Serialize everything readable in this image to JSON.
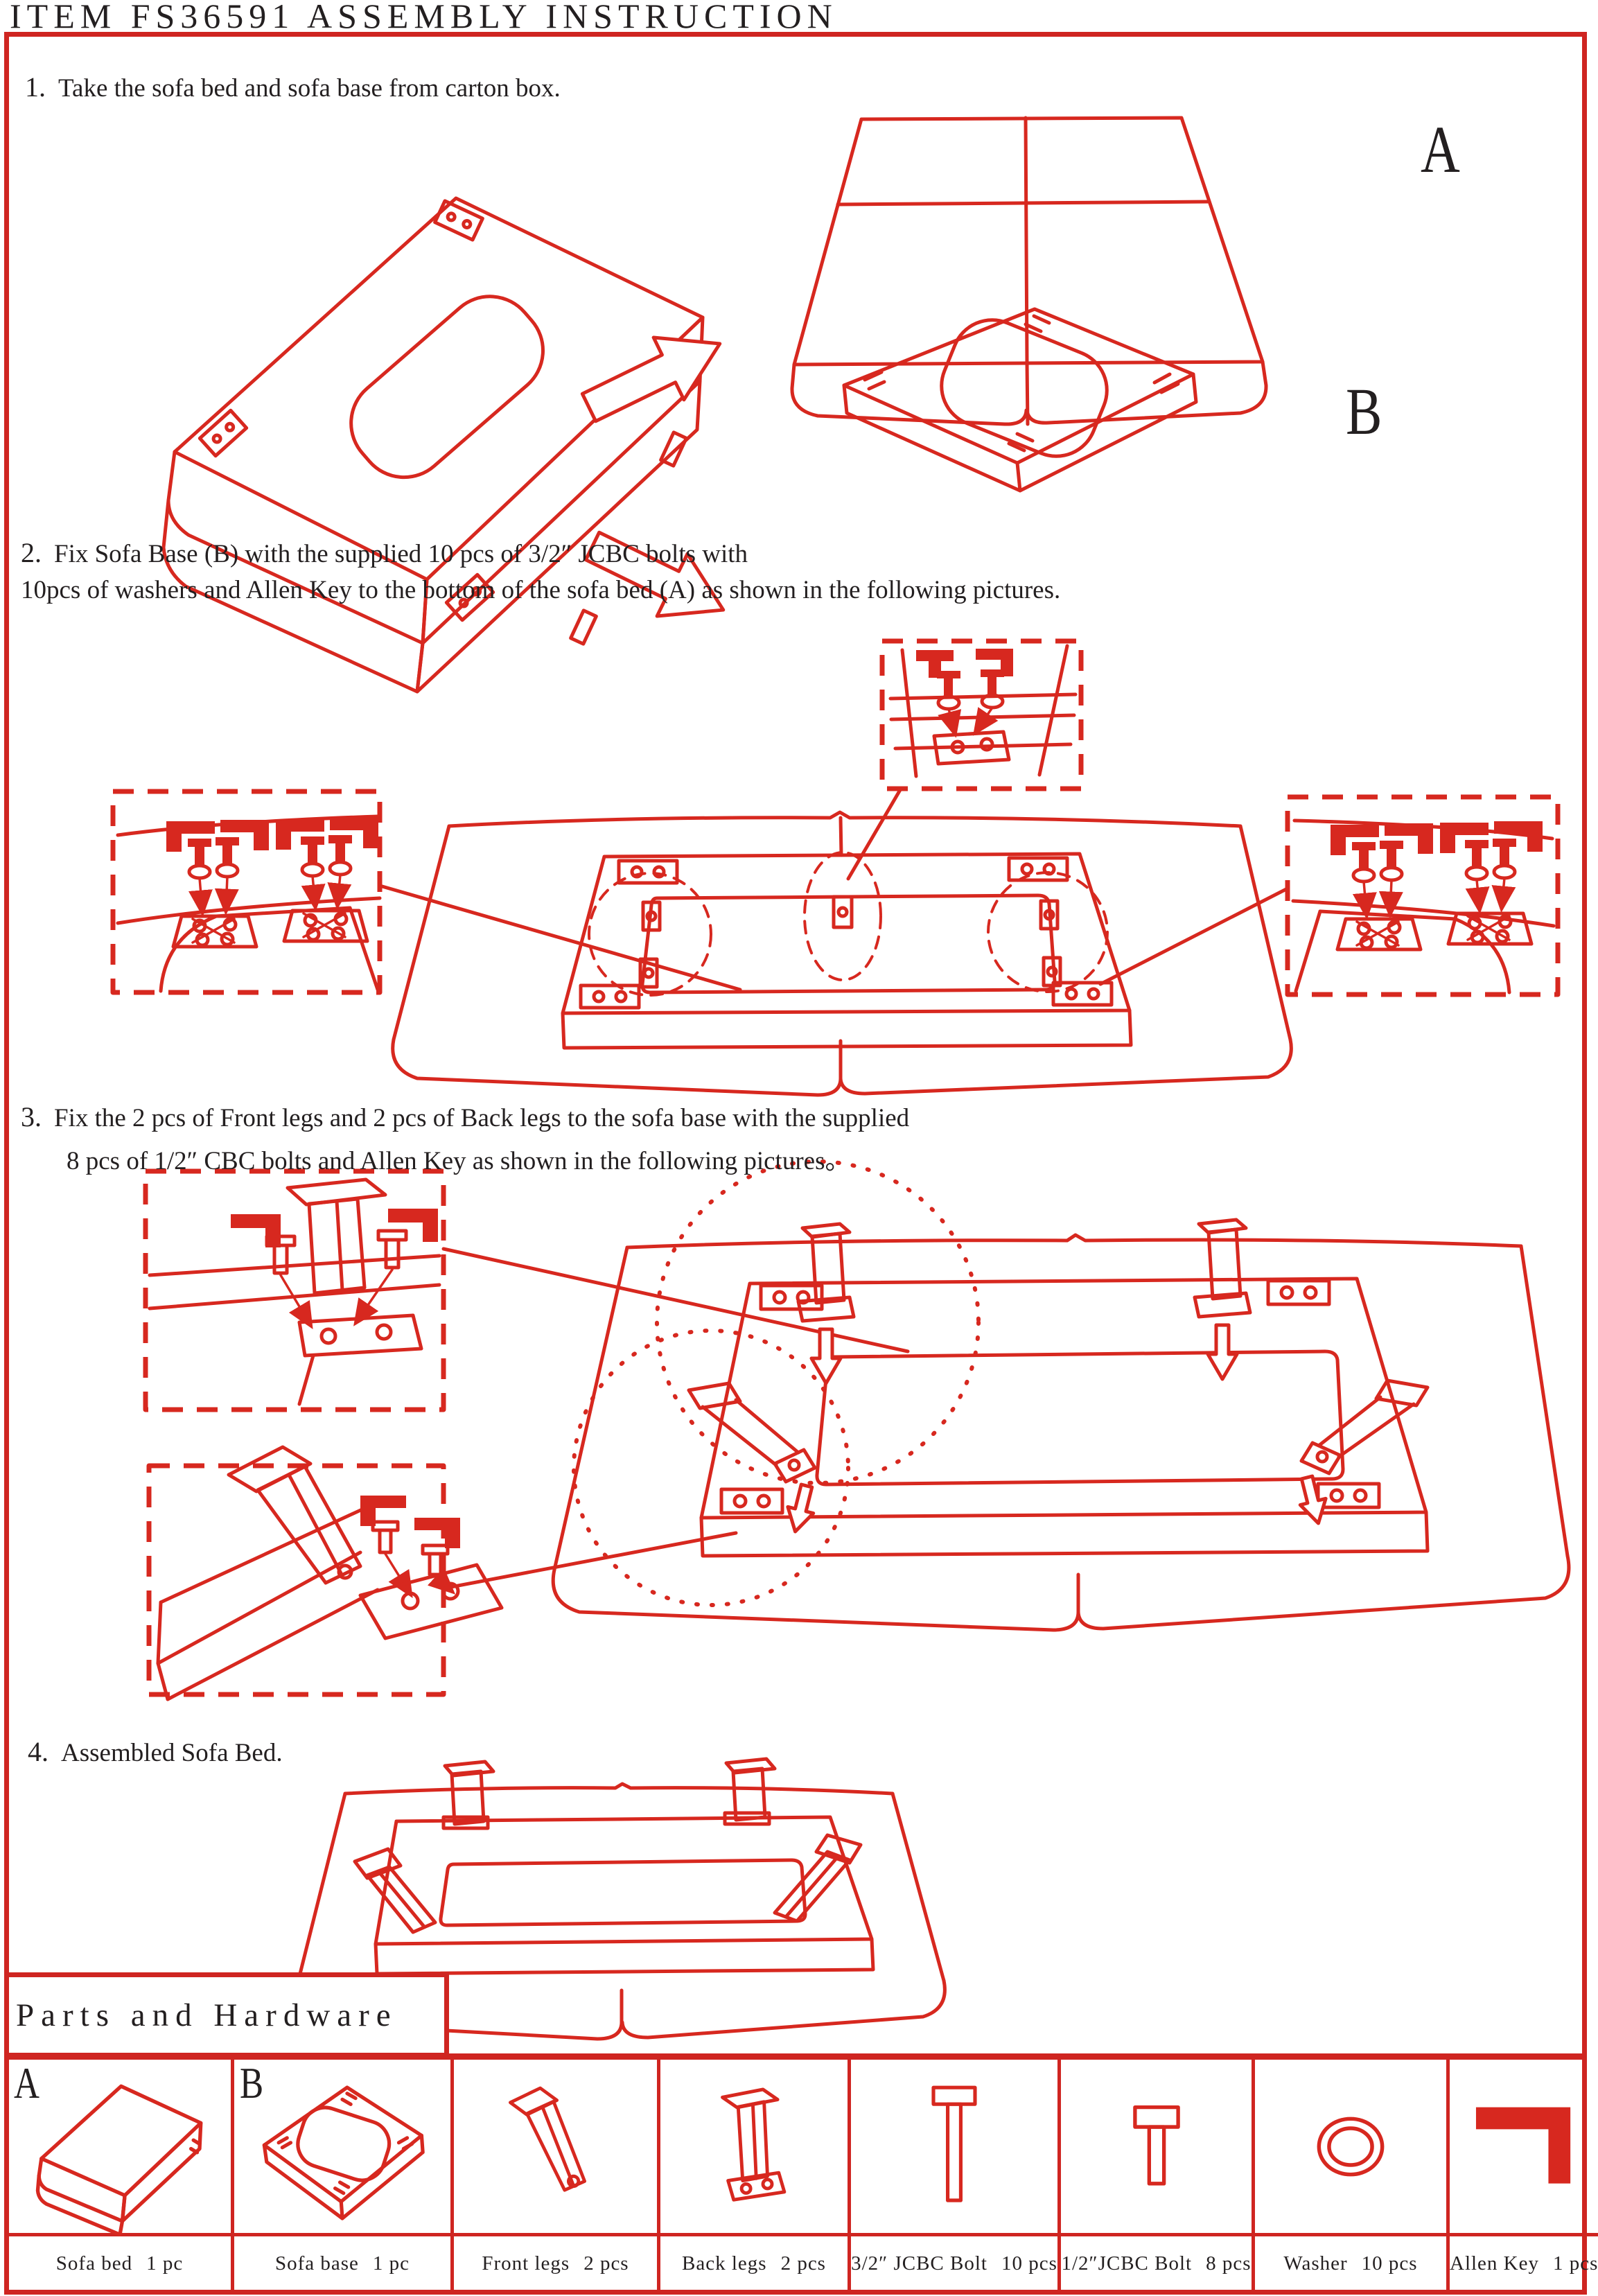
{
  "page": {
    "title": "ITEM FS36591 ASSEMBLY INSTRUCTION"
  },
  "colors": {
    "line_red": "#d7281f",
    "frame_red": "#cf2521",
    "text_black": "#231f20"
  },
  "steps": {
    "step1": {
      "num": "1.",
      "text": "Take the sofa bed and sofa base from carton box.",
      "label_a": "A",
      "label_b": "B"
    },
    "step2": {
      "num": "2.",
      "line1": "Fix Sofa Base (B) with the supplied 10 pcs of 3/2″ JCBC bolts with",
      "line2": "10pcs of washers and Allen Key to the bottom of the sofa bed (A) as shown in the following pictures."
    },
    "step3": {
      "num": "3.",
      "line1": "Fix the 2 pcs of Front legs and 2 pcs of Back legs to the sofa base with the supplied",
      "line2": "8 pcs of 1/2″ CBC bolts and Allen Key as shown in the following pictures。"
    },
    "step4": {
      "num": "4.",
      "text": "Assembled Sofa Bed."
    }
  },
  "parts_section": {
    "header": "Parts and Hardware",
    "items": [
      {
        "marker": "A",
        "icon": "folded-sofa-icon",
        "label": "Sofa bed",
        "qty": "1 pc"
      },
      {
        "marker": "B",
        "icon": "sofa-base-icon",
        "label": "Sofa base",
        "qty": "1 pc"
      },
      {
        "marker": "",
        "icon": "front-leg-icon",
        "label": "Front legs",
        "qty": "2 pcs"
      },
      {
        "marker": "",
        "icon": "back-leg-icon",
        "label": "Back legs",
        "qty": "2 pcs"
      },
      {
        "marker": "",
        "icon": "long-bolt-icon",
        "label": "3/2″ JCBC Bolt",
        "qty": "10 pcs"
      },
      {
        "marker": "",
        "icon": "short-bolt-icon",
        "label": "1/2″JCBC Bolt",
        "qty": "8 pcs"
      },
      {
        "marker": "",
        "icon": "washer-icon",
        "label": "Washer",
        "qty": "10 pcs"
      },
      {
        "marker": "",
        "icon": "allen-key-icon",
        "label": "Allen Key",
        "qty": "1 pcs"
      }
    ]
  }
}
